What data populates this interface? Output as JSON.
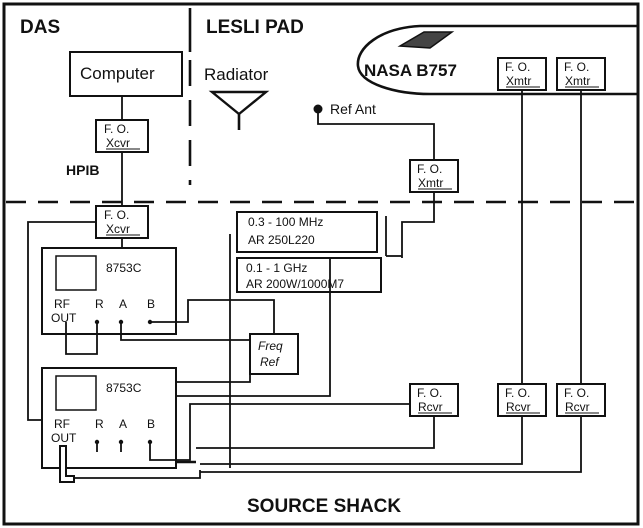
{
  "regions": {
    "das": "DAS",
    "lesli_pad": "LESLI PAD",
    "source_shack": "SOURCE SHACK"
  },
  "aircraft": {
    "label": "NASA B757"
  },
  "computer": {
    "label": "Computer"
  },
  "hpib": {
    "label": "HPIB"
  },
  "radiator": {
    "label": "Radiator"
  },
  "ref_ant": {
    "label": "Ref Ant"
  },
  "fo": {
    "line1": "F. O.",
    "xcvr": "Xcvr",
    "xmtr": "Xmtr",
    "rcvr": "Rcvr"
  },
  "amplifiers": [
    {
      "band": "0.3 - 100 MHz",
      "model": "AR 250L220"
    },
    {
      "band": "0.1 - 1 GHz",
      "model": "AR 200W/1000M7"
    }
  ],
  "analyzers": [
    {
      "model": "8753C",
      "ports": {
        "rf": "RF",
        "out": "OUT",
        "r": "R",
        "a": "A",
        "b": "B"
      }
    },
    {
      "model": "8753C",
      "ports": {
        "rf": "RF",
        "out": "OUT",
        "r": "R",
        "a": "A",
        "b": "B"
      }
    }
  ],
  "freq_ref": {
    "line1": "Freq",
    "line2": "Ref"
  }
}
